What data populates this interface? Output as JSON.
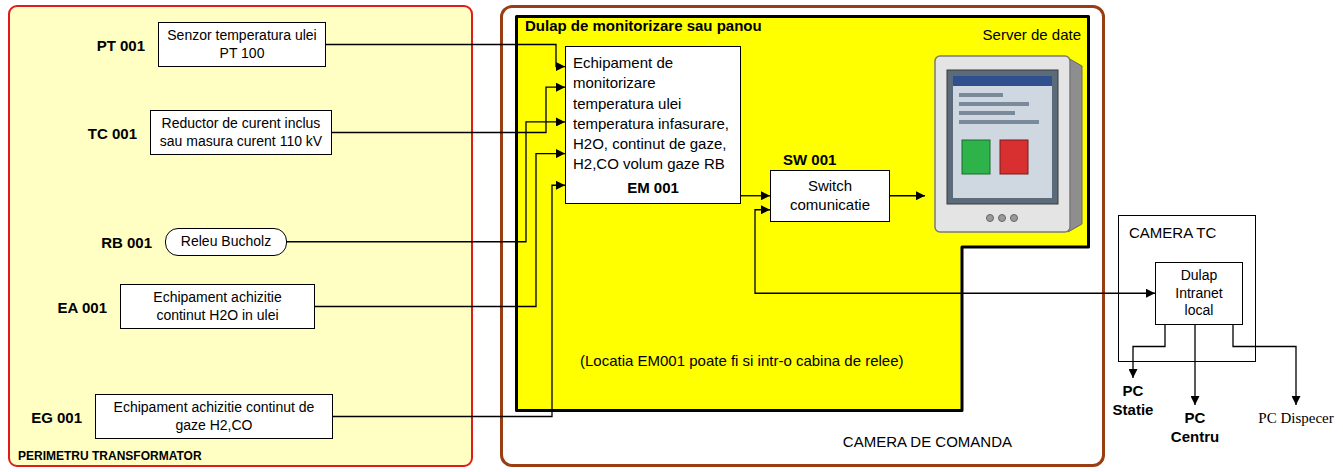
{
  "diagram": {
    "nodes": [
      {
        "text": [
          "PERIMETRU TRANSFORMATOR"
        ]
      },
      {
        "text": [
          "PT 001",
          "Senzor temperatura ulei PT 100"
        ],
        "in": 0
      },
      {
        "text": [
          "TC 001",
          "Reductor de curent inclus sau masura curent 110 kV"
        ],
        "in": 0
      },
      {
        "text": [
          "RB 001",
          "Releu Bucholz"
        ],
        "in": 0
      },
      {
        "text": [
          "EA 001",
          "Echipament achizitie continut H2O in ulei"
        ],
        "in": 0
      },
      {
        "text": [
          "EG 001",
          "Echipament achizitie continut de gaze H2,CO"
        ],
        "in": 0
      },
      {
        "text": [
          "CAMERA DE COMANDA"
        ]
      },
      {
        "text": [
          "Dulap de monitorizare sau panou"
        ],
        "in": 6
      },
      {
        "text": [
          "Echipament de monitorizare temperatura ulei temperatura infasurare, H2O, continut de gaze, H2,CO volum gaze RB",
          "EM 001"
        ],
        "in": 7
      },
      {
        "text": [
          "SW 001",
          "Switch comunicatie"
        ],
        "in": 7
      },
      {
        "text": [
          "Server de date"
        ],
        "in": 7
      },
      {
        "text": [
          "CAMERA TC"
        ]
      },
      {
        "text": [
          "Dulap Intranet local"
        ],
        "in": 11
      },
      {
        "text": [
          "PC Statie"
        ]
      },
      {
        "text": [
          "PC Centru"
        ]
      },
      {
        "text": [
          "PC Dispecer"
        ]
      }
    ],
    "edges": [
      {
        "from": 1,
        "to": 8,
        "arrow": "to"
      },
      {
        "from": 2,
        "to": 8,
        "arrow": "to"
      },
      {
        "from": 3,
        "to": 8,
        "arrow": "to"
      },
      {
        "from": 4,
        "to": 8,
        "arrow": "to"
      },
      {
        "from": 5,
        "to": 8,
        "arrow": "to"
      },
      {
        "from": 8,
        "to": 9,
        "arrow": "to"
      },
      {
        "from": 9,
        "to": 10,
        "arrow": "to"
      },
      {
        "from": 9,
        "to": 12,
        "arrow": "both"
      },
      {
        "from": 12,
        "to": 13,
        "arrow": "to"
      },
      {
        "from": 12,
        "to": 14,
        "arrow": "to"
      },
      {
        "from": 12,
        "to": 15,
        "arrow": "to"
      }
    ],
    "labels": [
      "(Locatia EM001 poate fi si intr-o cabina de relee)"
    ]
  }
}
